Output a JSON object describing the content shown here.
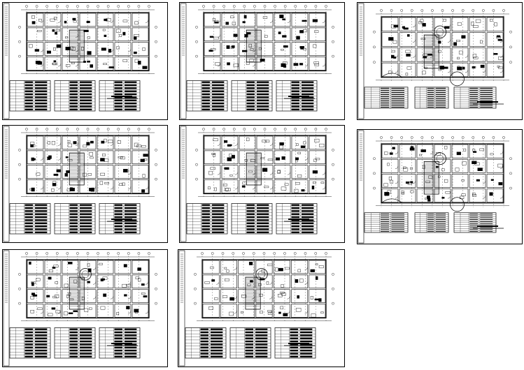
{
  "title": "",
  "sheets": [
    {
      "id": "sheet-1",
      "variant": "full",
      "kind": "wide",
      "seed": 11
    },
    {
      "id": "sheet-2",
      "variant": "full",
      "kind": "wide",
      "seed": 23
    },
    {
      "id": "sheet-3",
      "variant": "compact",
      "kind": "rotunda",
      "seed": 37
    },
    {
      "id": "sheet-4",
      "variant": "full",
      "kind": "wide",
      "seed": 41
    },
    {
      "id": "sheet-5",
      "variant": "full",
      "kind": "wide",
      "seed": 53
    },
    {
      "id": "sheet-6",
      "variant": "compact",
      "kind": "rotunda",
      "seed": 67
    },
    {
      "id": "sheet-7",
      "variant": "full",
      "kind": "rotunda-small",
      "seed": 71
    },
    {
      "id": "sheet-8",
      "variant": "full",
      "kind": "rotunda-small",
      "seed": 83
    }
  ],
  "colors": {
    "line": "#000000",
    "paper": "#ffffff"
  }
}
